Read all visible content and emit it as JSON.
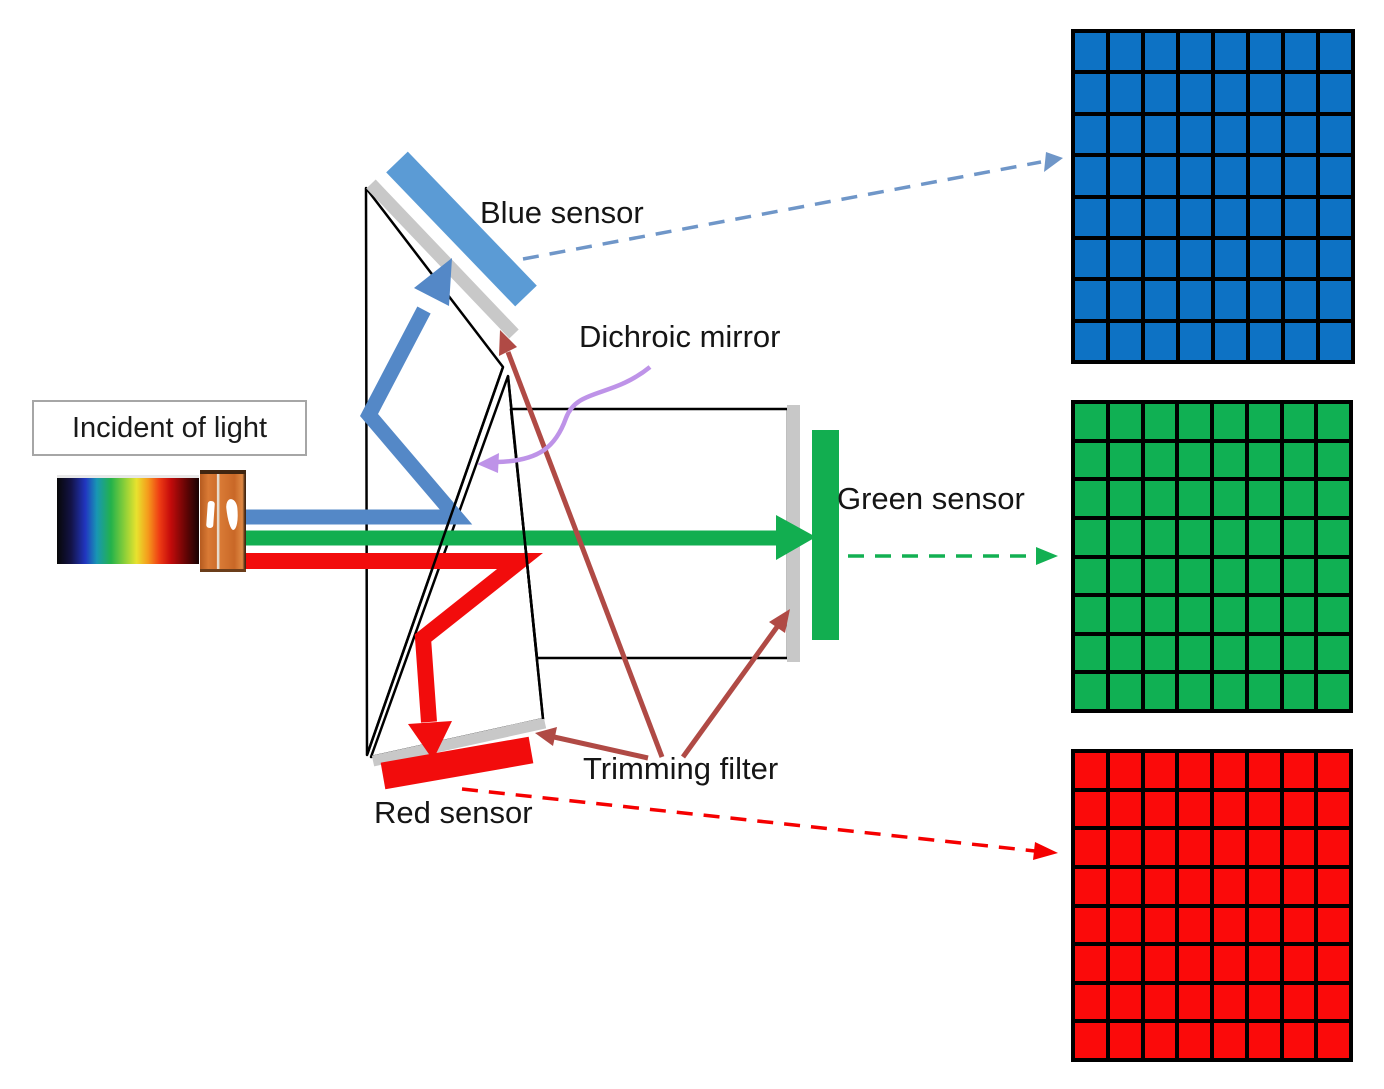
{
  "labels": {
    "incident": "Incident of light",
    "blue_sensor": "Blue sensor",
    "dichroic_mirror": "Dichroic mirror",
    "green_sensor": "Green sensor",
    "trimming_filter": "Trimming filter",
    "red_sensor": "Red sensor"
  },
  "colors": {
    "outline": "#000000",
    "prism_fill": "#ffffff",
    "gray_filter": "#c8c8c8",
    "blue_path": "#5488c7",
    "blue_sensor_bar": "#5b9bd5",
    "green_path": "#12ae50",
    "green_sensor_bar": "#12ae50",
    "red_path": "#f20c0c",
    "red_sensor_bar": "#f20c0c",
    "blue_dashed": "#6f96c8",
    "green_dashed": "#12b052",
    "red_dashed": "#f50000",
    "pointer_arrow": "#b04a45",
    "dichroic_arrow": "#be93e8",
    "grid_line": "#000000"
  },
  "grids": {
    "rows": 8,
    "cols": 8,
    "sensors": [
      {
        "id": "blue",
        "color": "#0d72c4"
      },
      {
        "id": "green",
        "color": "#10b053"
      },
      {
        "id": "red",
        "color": "#fb0a0a"
      }
    ]
  }
}
